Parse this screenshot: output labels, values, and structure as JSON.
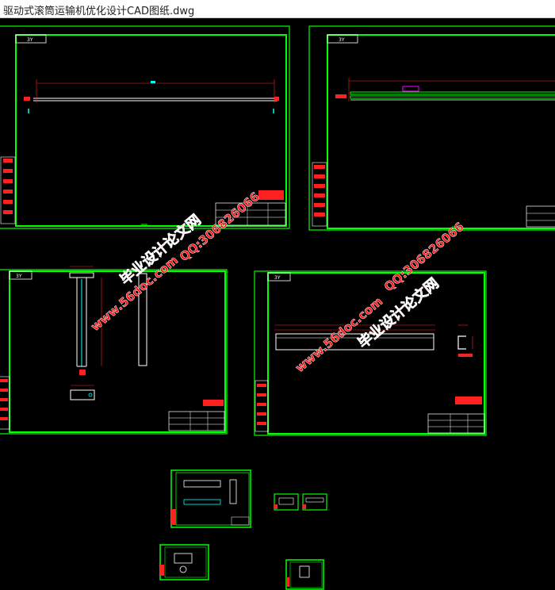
{
  "window": {
    "title": "驱动式滚筒运输机优化设计CAD图纸.dwg"
  },
  "sheets": [
    {
      "id": "sheet-1",
      "tag": "3Y"
    },
    {
      "id": "sheet-2",
      "tag": "3Y"
    },
    {
      "id": "sheet-3",
      "tag": "3Y"
    },
    {
      "id": "sheet-4",
      "tag": "3Y"
    }
  ],
  "watermark": {
    "site_name": "毕业设计论文网",
    "url": "www.56doc.com",
    "qq": "QQ:306826066"
  },
  "colors": {
    "frame": "#00ff00",
    "background": "#000000",
    "drawing": "#ffffff",
    "dimension": "#ff2020",
    "accent_cyan": "#00ffff",
    "accent_magenta": "#ff00ff",
    "watermark": "#ff1010"
  }
}
